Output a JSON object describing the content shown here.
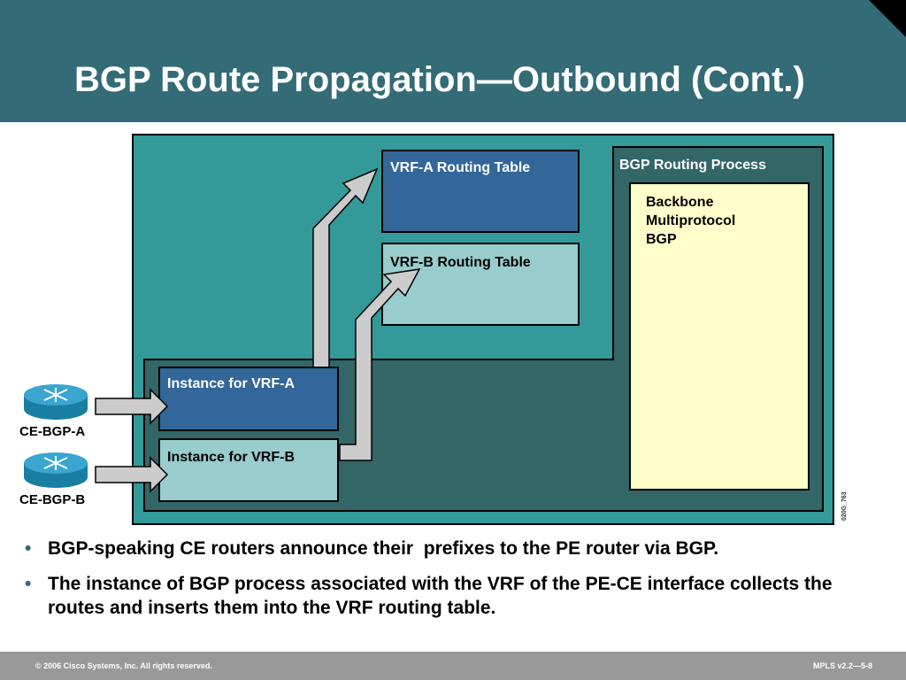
{
  "title": "BGP Route Propagation—Outbound (Cont.)",
  "diagram": {
    "vrf_a_table": "VRF-A Routing Table",
    "vrf_b_table": "VRF-B Routing Table",
    "bgp_process": "BGP Routing Process",
    "backbone_lines": [
      "Backbone",
      "Multiprotocol",
      "BGP"
    ],
    "instance_a": "Instance for VRF-A",
    "instance_b": "Instance for VRF-B",
    "router_a": "CE-BGP-A",
    "router_b": "CE-BGP-B",
    "figure_id": "020G_763",
    "colors": {
      "outer_box": "#339999",
      "dark_box": "#336666",
      "vrf_a": "#336699",
      "vrf_b": "#99cccc",
      "backbone": "#ffffcc",
      "arrow": "#cccccc",
      "router": "#1f8ab0"
    }
  },
  "bullets": [
    "BGP-speaking CE routers announce their  prefixes to the PE router via BGP.",
    "The instance of BGP process associated with the VRF of the PE-CE interface collects the routes and inserts them into the VRF routing table."
  ],
  "footer": {
    "copyright": "© 2006 Cisco Systems, Inc. All rights reserved.",
    "code": "MPLS v2.2—5-8"
  }
}
